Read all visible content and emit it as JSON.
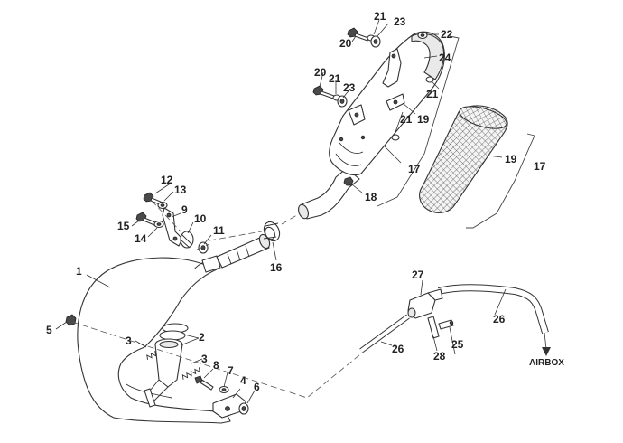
{
  "labels": {
    "n1": "1",
    "n2": "2",
    "n3a": "3",
    "n3b": "3",
    "n4": "4",
    "n5": "5",
    "n6": "6",
    "n7": "7",
    "n8": "8",
    "n9": "9",
    "n10": "10",
    "n11": "11",
    "n12": "12",
    "n13": "13",
    "n14": "14",
    "n15": "15",
    "n16": "16",
    "n17a": "17",
    "n17b": "17",
    "n18": "18",
    "n19a": "19",
    "n19b": "19",
    "n20a": "20",
    "n20b": "20",
    "n21a": "21",
    "n21b": "21",
    "n21c": "21",
    "n21d": "21",
    "n22": "22",
    "n23a": "23",
    "n23b": "23",
    "n24": "24",
    "n25": "25",
    "n26a": "26",
    "n26b": "26",
    "n27": "27",
    "n28": "28",
    "airbox": "AIRBOX"
  }
}
